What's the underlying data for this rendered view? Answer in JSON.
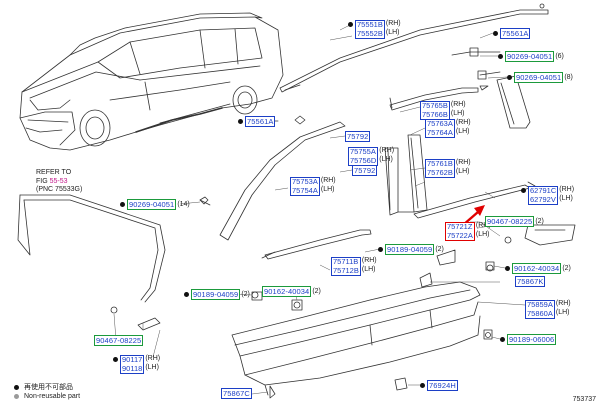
{
  "refer_note": {
    "line1": "REFER TO",
    "line2_prefix": "FIG ",
    "line2_fig": "55-53",
    "line3": "(PNC 75533G)"
  },
  "legend": {
    "item1": {
      "text": "再使用不可部品",
      "color": "#111111"
    },
    "item2": {
      "text": "Non-reusable part",
      "color": "#9a9a9a"
    }
  },
  "figure_id": "753737",
  "colors": {
    "blue": "#1c3fc6",
    "green": "#1b9a3c",
    "red": "#e00000",
    "line": "#333333"
  },
  "labels": {
    "l75551": {
      "top": "75551B",
      "top_sfx": "(RH)",
      "bottom": "75552B",
      "bottom_sfx": "(LH)"
    },
    "l75561A_top": {
      "num": "75561A"
    },
    "l90269_a": {
      "num": "90269-04051",
      "sfx": "(6)"
    },
    "l90269_b": {
      "num": "90269-04051",
      "sfx": "(8)"
    },
    "l75561A_car": {
      "num": "75561A"
    },
    "l75765": {
      "top": "75765B",
      "top_sfx": "(RH)",
      "bottom": "75766B",
      "bottom_sfx": "(LH)"
    },
    "l75763": {
      "top": "75763A",
      "top_sfx": "(RH)",
      "bottom": "75764A",
      "bottom_sfx": "(LH)"
    },
    "l75792": {
      "num": "75792"
    },
    "l75755": {
      "top": "75755A",
      "top_sfx": "(RH)",
      "bottom": "75756D",
      "bottom_sfx": "(LH)"
    },
    "l75761": {
      "top": "75761B",
      "top_sfx": "(RH)",
      "bottom": "75762B",
      "bottom_sfx": "(LH)"
    },
    "l75792b": {
      "num": "75792"
    },
    "l75753": {
      "top": "75753A",
      "top_sfx": "(RH)",
      "bottom": "75754A",
      "bottom_sfx": "(LH)"
    },
    "l62791": {
      "top": "62791C",
      "top_sfx": "(RH)",
      "bottom": "62792V",
      "bottom_sfx": "(LH)"
    },
    "l90269_c": {
      "num": "90269-04051",
      "sfx": "(14)"
    },
    "l75721": {
      "top": "75721Z",
      "top_sfx": "(RH)",
      "bottom": "75722A",
      "bottom_sfx": "(LH)"
    },
    "l90467_a": {
      "num": "90467-08225",
      "sfx": "(2)"
    },
    "l90189_a": {
      "num": "90189-04059",
      "sfx": "(2)"
    },
    "l75711": {
      "top": "75711B",
      "top_sfx": "(RH)",
      "bottom": "75712B",
      "bottom_sfx": "(LH)"
    },
    "l90162_a": {
      "num": "90162-40034",
      "sfx": "(2)"
    },
    "l75867K": {
      "num": "75867K"
    },
    "l90189_b": {
      "num": "90189-04059",
      "sfx": "(2)"
    },
    "l90162_b": {
      "num": "90162-40034",
      "sfx": "(2)"
    },
    "l75859": {
      "top": "75859A",
      "top_sfx": "(RH)",
      "bottom": "75860A",
      "bottom_sfx": "(LH)"
    },
    "l90467_b": {
      "num": "90467-08225"
    },
    "l90189_c": {
      "num": "90189-06006"
    },
    "l90117": {
      "top": "90117",
      "top_sfx": "(RH)",
      "bottom": "90118",
      "bottom_sfx": "(LH)"
    },
    "l75867C": {
      "num": "75867C"
    },
    "l76924H": {
      "num": "76924H"
    }
  }
}
